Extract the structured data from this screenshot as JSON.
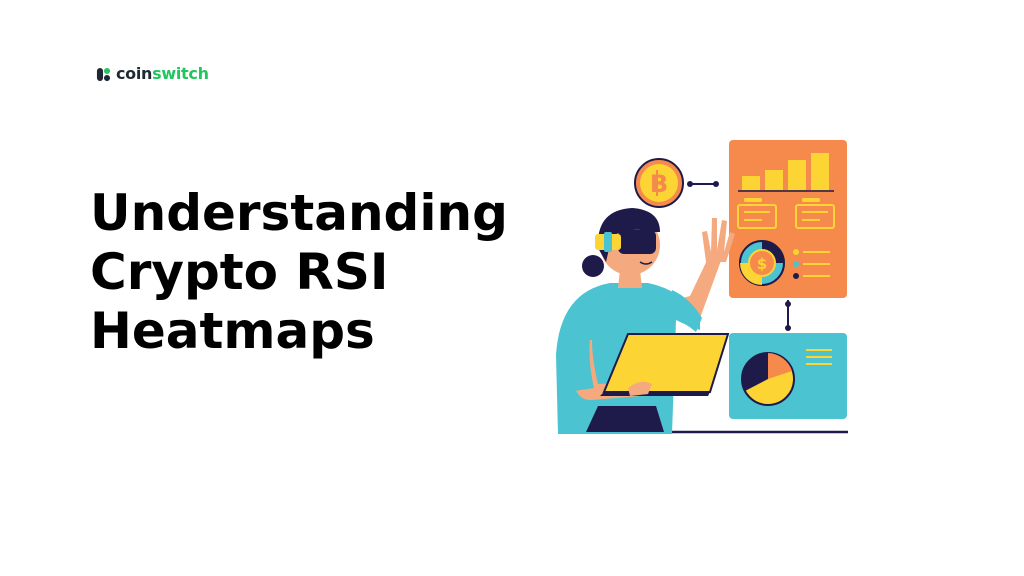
{
  "brand": {
    "prefix": "coin",
    "suffix": "switch",
    "primary": "#1f2933",
    "accent": "#22c55e"
  },
  "headline": {
    "lines": [
      "Understanding",
      "Crypto RSI",
      "Heatmaps"
    ]
  },
  "illustration": {
    "icons": [
      "bitcoin-coin-icon",
      "dollar-coin-icon",
      "bar-chart-icon",
      "donut-chart-icon",
      "pie-chart-icon",
      "laptop-icon",
      "vr-headset-icon"
    ],
    "palette": {
      "orange": "#f58a4c",
      "yellow": "#fcd535",
      "teal": "#4cc3d0",
      "navy": "#1e1b4b",
      "skin": "#f5a97e"
    }
  }
}
